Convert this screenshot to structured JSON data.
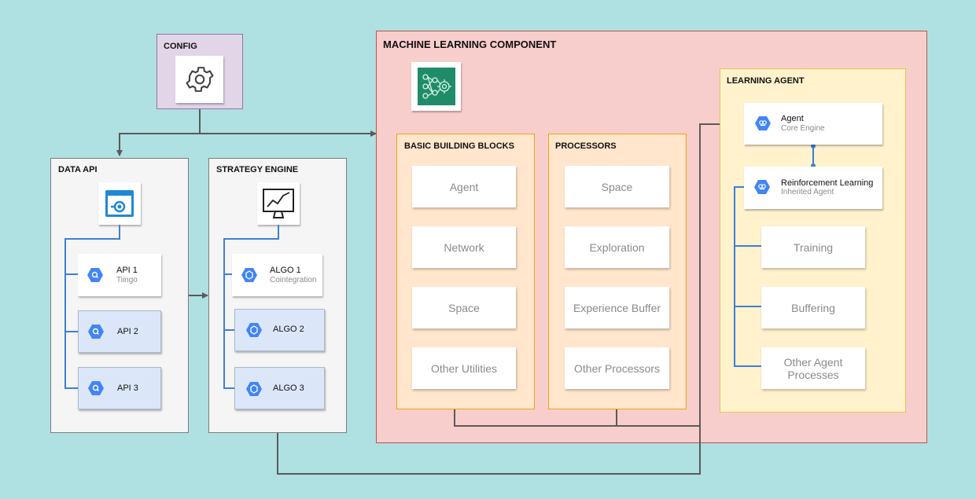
{
  "config": {
    "title": "CONFIG",
    "icon": "gear-icon"
  },
  "ml": {
    "title": "MACHINE LEARNING COMPONENT",
    "icon": "neural-network-icon",
    "basic_blocks": {
      "title": "BASIC BUILDING BLOCKS",
      "items": [
        "Agent",
        "Network",
        "Space",
        "Other Utilities"
      ]
    },
    "processors": {
      "title": "PROCESSORS",
      "items": [
        "Space",
        "Exploration",
        "Experience Buffer",
        "Other Processors"
      ]
    },
    "learning_agent": {
      "title": "LEARNING AGENT",
      "agent": {
        "title": "Agent",
        "subtitle": "Core Engine",
        "icon": "brain-hex-icon"
      },
      "rl": {
        "title": "Reinforcement Learning",
        "subtitle": "Inherited Agent",
        "icon": "brain-hex-icon"
      },
      "items": [
        "Training",
        "Buffering",
        "Other Agent\nProcesses"
      ]
    }
  },
  "data_api": {
    "title": "DATA API",
    "icon": "api-icon",
    "items": [
      {
        "title": "API 1",
        "subtitle": "Tiingo",
        "icon": "query-hex-icon"
      },
      {
        "title": "API 2",
        "subtitle": "",
        "icon": "query-hex-icon"
      },
      {
        "title": "API 3",
        "subtitle": "",
        "icon": "query-hex-icon"
      }
    ]
  },
  "strategy": {
    "title": "STRATEGY ENGINE",
    "icon": "chart-monitor-icon",
    "items": [
      {
        "title": "ALGO 1",
        "subtitle": "Cointegration",
        "icon": "algo-hex-icon"
      },
      {
        "title": "ALGO 2",
        "subtitle": "",
        "icon": "algo-hex-icon"
      },
      {
        "title": "ALGO 3",
        "subtitle": "",
        "icon": "algo-hex-icon"
      }
    ]
  },
  "colors": {
    "background": "#afe0e2",
    "config_fill": "#e1d5e7",
    "ml_fill": "#f8cecc",
    "ml_border": "#b85450",
    "block_fill": "#ffe6cc",
    "block_border": "#f0a30a",
    "agent_fill": "#fff2cc",
    "agent_border": "#e8c34a",
    "tree_line": "#3f7fd6",
    "connector": "#5a5a5a",
    "hex_blue": "#4285f4"
  }
}
